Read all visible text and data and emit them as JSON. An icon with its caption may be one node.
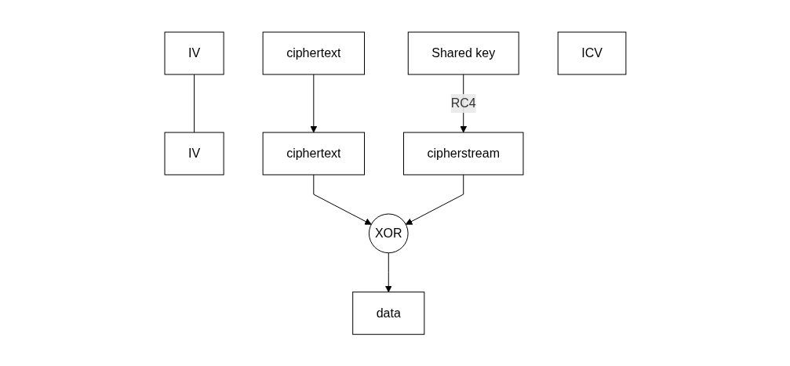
{
  "diagram": {
    "nodes": [
      {
        "text": [
          "IV"
        ]
      },
      {
        "text": [
          "ciphertext"
        ]
      },
      {
        "text": [
          "IV"
        ]
      },
      {
        "text": [
          "Shared key"
        ]
      },
      {
        "text": [
          "ciphertext"
        ]
      },
      {
        "text": [
          "XOR"
        ]
      },
      {
        "text": [
          "cipherstream"
        ]
      },
      {
        "text": [
          "data"
        ]
      },
      {
        "text": [
          "ICV"
        ]
      }
    ],
    "edges": [
      {
        "from": 0,
        "to": 2,
        "arrow": "none"
      },
      {
        "from": 1,
        "to": 4,
        "arrow": "to"
      },
      {
        "from": 3,
        "to": 6,
        "arrow": "to",
        "label": "RC4"
      },
      {
        "from": 4,
        "to": 5,
        "arrow": "to"
      },
      {
        "from": 6,
        "to": 5,
        "arrow": "to"
      },
      {
        "from": 5,
        "to": 7,
        "arrow": "to"
      }
    ]
  }
}
